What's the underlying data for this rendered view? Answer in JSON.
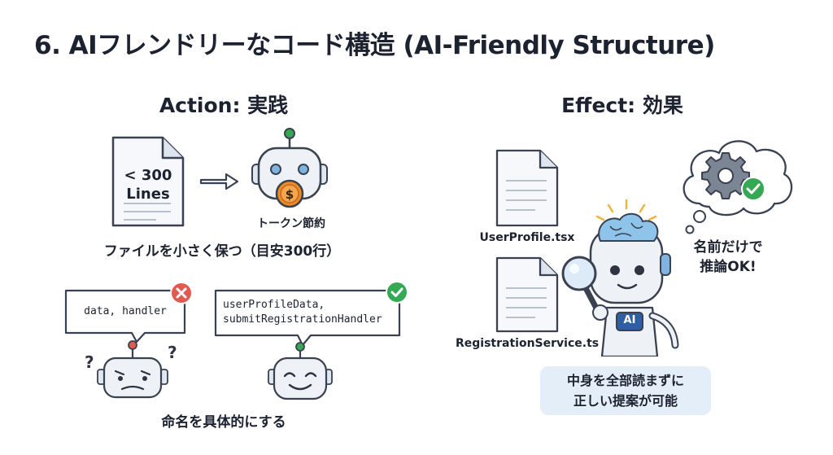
{
  "title": "6. AIフレンドリーなコード構造 (AI-Friendly Structure)",
  "action": {
    "heading": "Action: 実践",
    "file_doc_line1": "< 300",
    "file_doc_line2": "Lines",
    "token_label": "トークン節約",
    "file_caption": "ファイルを小さく保つ（目安300行）",
    "bad_names": "data, handler",
    "good_names_line1": "userProfileData,",
    "good_names_line2": "submitRegistrationHandler",
    "naming_caption": "命名を具体的にする"
  },
  "effect": {
    "heading": "Effect: 効果",
    "file1": "UserProfile.tsx",
    "file2": "RegistrationService.ts",
    "thought_line1": "名前だけで",
    "thought_line2": "推論OK!",
    "robot_badge": "AI",
    "benefit_line1": "中身を全部読まずに",
    "benefit_line2": "正しい提案が可能"
  },
  "colors": {
    "error": "#e05a4f",
    "success": "#35a853",
    "robot_head": "#dfe7f0",
    "robot_face": "#2f3442",
    "accent_blue": "#7fb4e0",
    "coin": "#f08a24",
    "benefit_bg": "#e4eef8"
  }
}
